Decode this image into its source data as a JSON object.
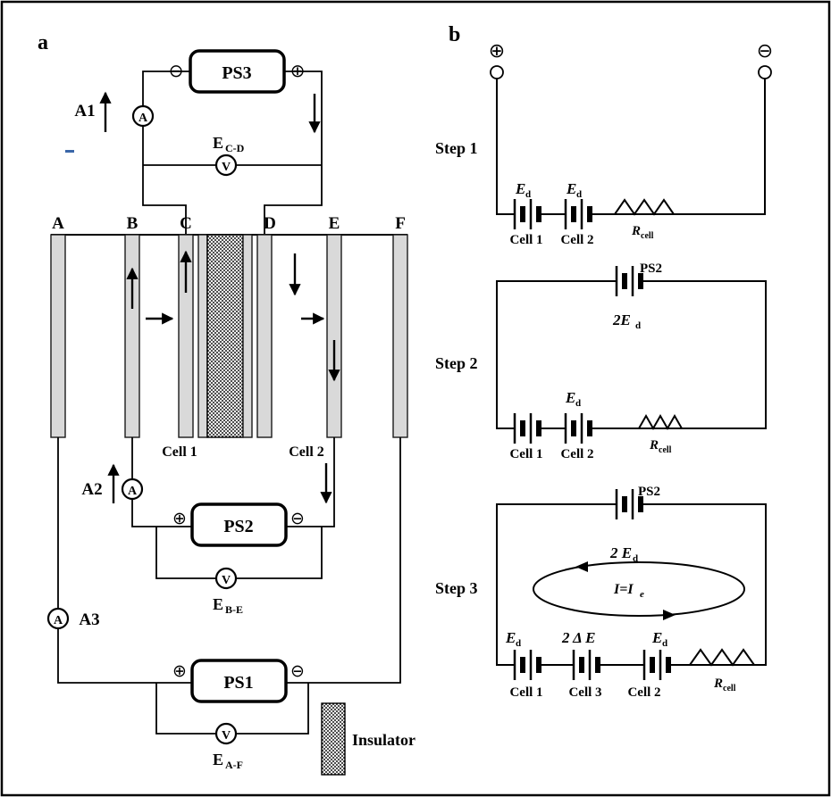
{
  "colors": {
    "electrode_fill": "#d9d9d9",
    "wire": "#000000",
    "accent_mark": "#3a66a8"
  },
  "symbols": {
    "plus": "⊕",
    "minus": "⊖",
    "ammeter": "A",
    "voltmeter": "V"
  },
  "panel_a": {
    "label": "a",
    "ps3_label": "PS3",
    "ps2_label": "PS2",
    "ps1_label": "PS1",
    "a1_label": "A1",
    "a2_label": "A2",
    "a3_label": "A3",
    "e_cd": {
      "main": "E",
      "sub": "C-D"
    },
    "e_be": {
      "main": "E",
      "sub": "B-E"
    },
    "e_af": {
      "main": "E",
      "sub": "A-F"
    },
    "electrodes": [
      "A",
      "B",
      "C",
      "D",
      "E",
      "F"
    ],
    "cell1_label": "Cell 1",
    "cell2_label": "Cell 2",
    "insulator_label": "Insulator"
  },
  "panel_b": {
    "label": "b",
    "step1": {
      "label": "Step 1",
      "ed": {
        "main": "E",
        "sub": "d"
      },
      "cell1": "Cell 1",
      "cell2": "Cell 2",
      "rcell": {
        "main": "R",
        "sub": "cell"
      }
    },
    "step2": {
      "label": "Step 2",
      "ps2": "PS2",
      "two_ed": {
        "main": "2E",
        "sub": "d"
      },
      "ed": {
        "main": "E",
        "sub": "d"
      },
      "cell1": "Cell 1",
      "cell2": "Cell 2",
      "rcell": {
        "main": "R",
        "sub": "cell"
      }
    },
    "step3": {
      "label": "Step 3",
      "ps2": "PS2",
      "two_ed": {
        "main": "2 E",
        "sub": "d"
      },
      "loop": {
        "main": "I=I",
        "sub": "e"
      },
      "ed": {
        "main": "E",
        "sub": "d"
      },
      "delta": "2 Δ E",
      "cell1": "Cell 1",
      "cell3": "Cell 3",
      "cell2": "Cell 2",
      "rcell": {
        "main": "R",
        "sub": "cell"
      }
    }
  }
}
